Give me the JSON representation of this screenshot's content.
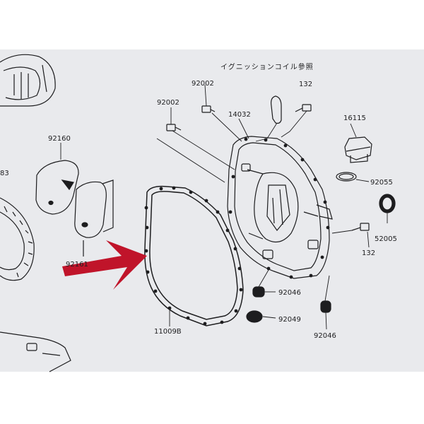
{
  "note_label": "イグニッションコイル參照",
  "part_numbers": {
    "p92002_a": "92002",
    "p92002_b": "92002",
    "p132_top": "132",
    "p14032": "14032",
    "p16115": "16115",
    "p92160": "92160",
    "p83": "83",
    "p92055": "92055",
    "p52005": "52005",
    "p132_right": "132",
    "p92161": "92161",
    "p92046_a": "92046",
    "p92049": "92049",
    "p92046_b": "92046",
    "p11009B": "11009B"
  },
  "colors": {
    "sheet": "#e9eaed",
    "ink": "#1d1d1f",
    "arrow": "#c0142a"
  }
}
